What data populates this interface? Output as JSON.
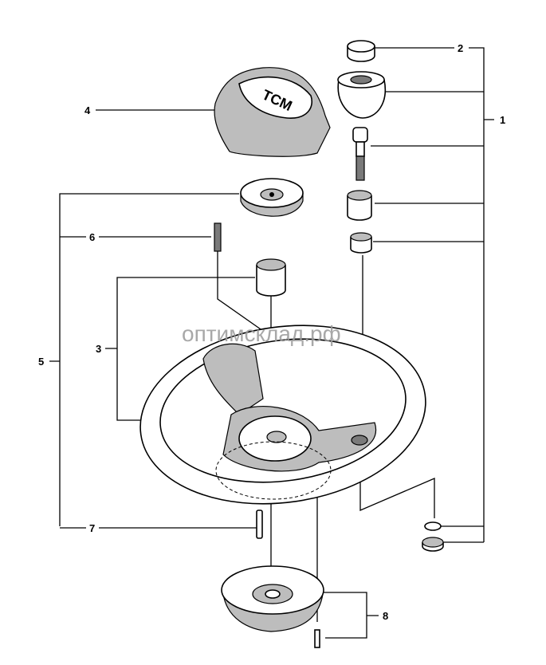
{
  "diagram": {
    "labels": {
      "l1": "1",
      "l2": "2",
      "l3": "3",
      "l4": "4",
      "l5": "5",
      "l6": "6",
      "l7": "7",
      "l8": "8"
    },
    "logo_text": "TCM",
    "watermark": "оптимсклад.рф"
  }
}
